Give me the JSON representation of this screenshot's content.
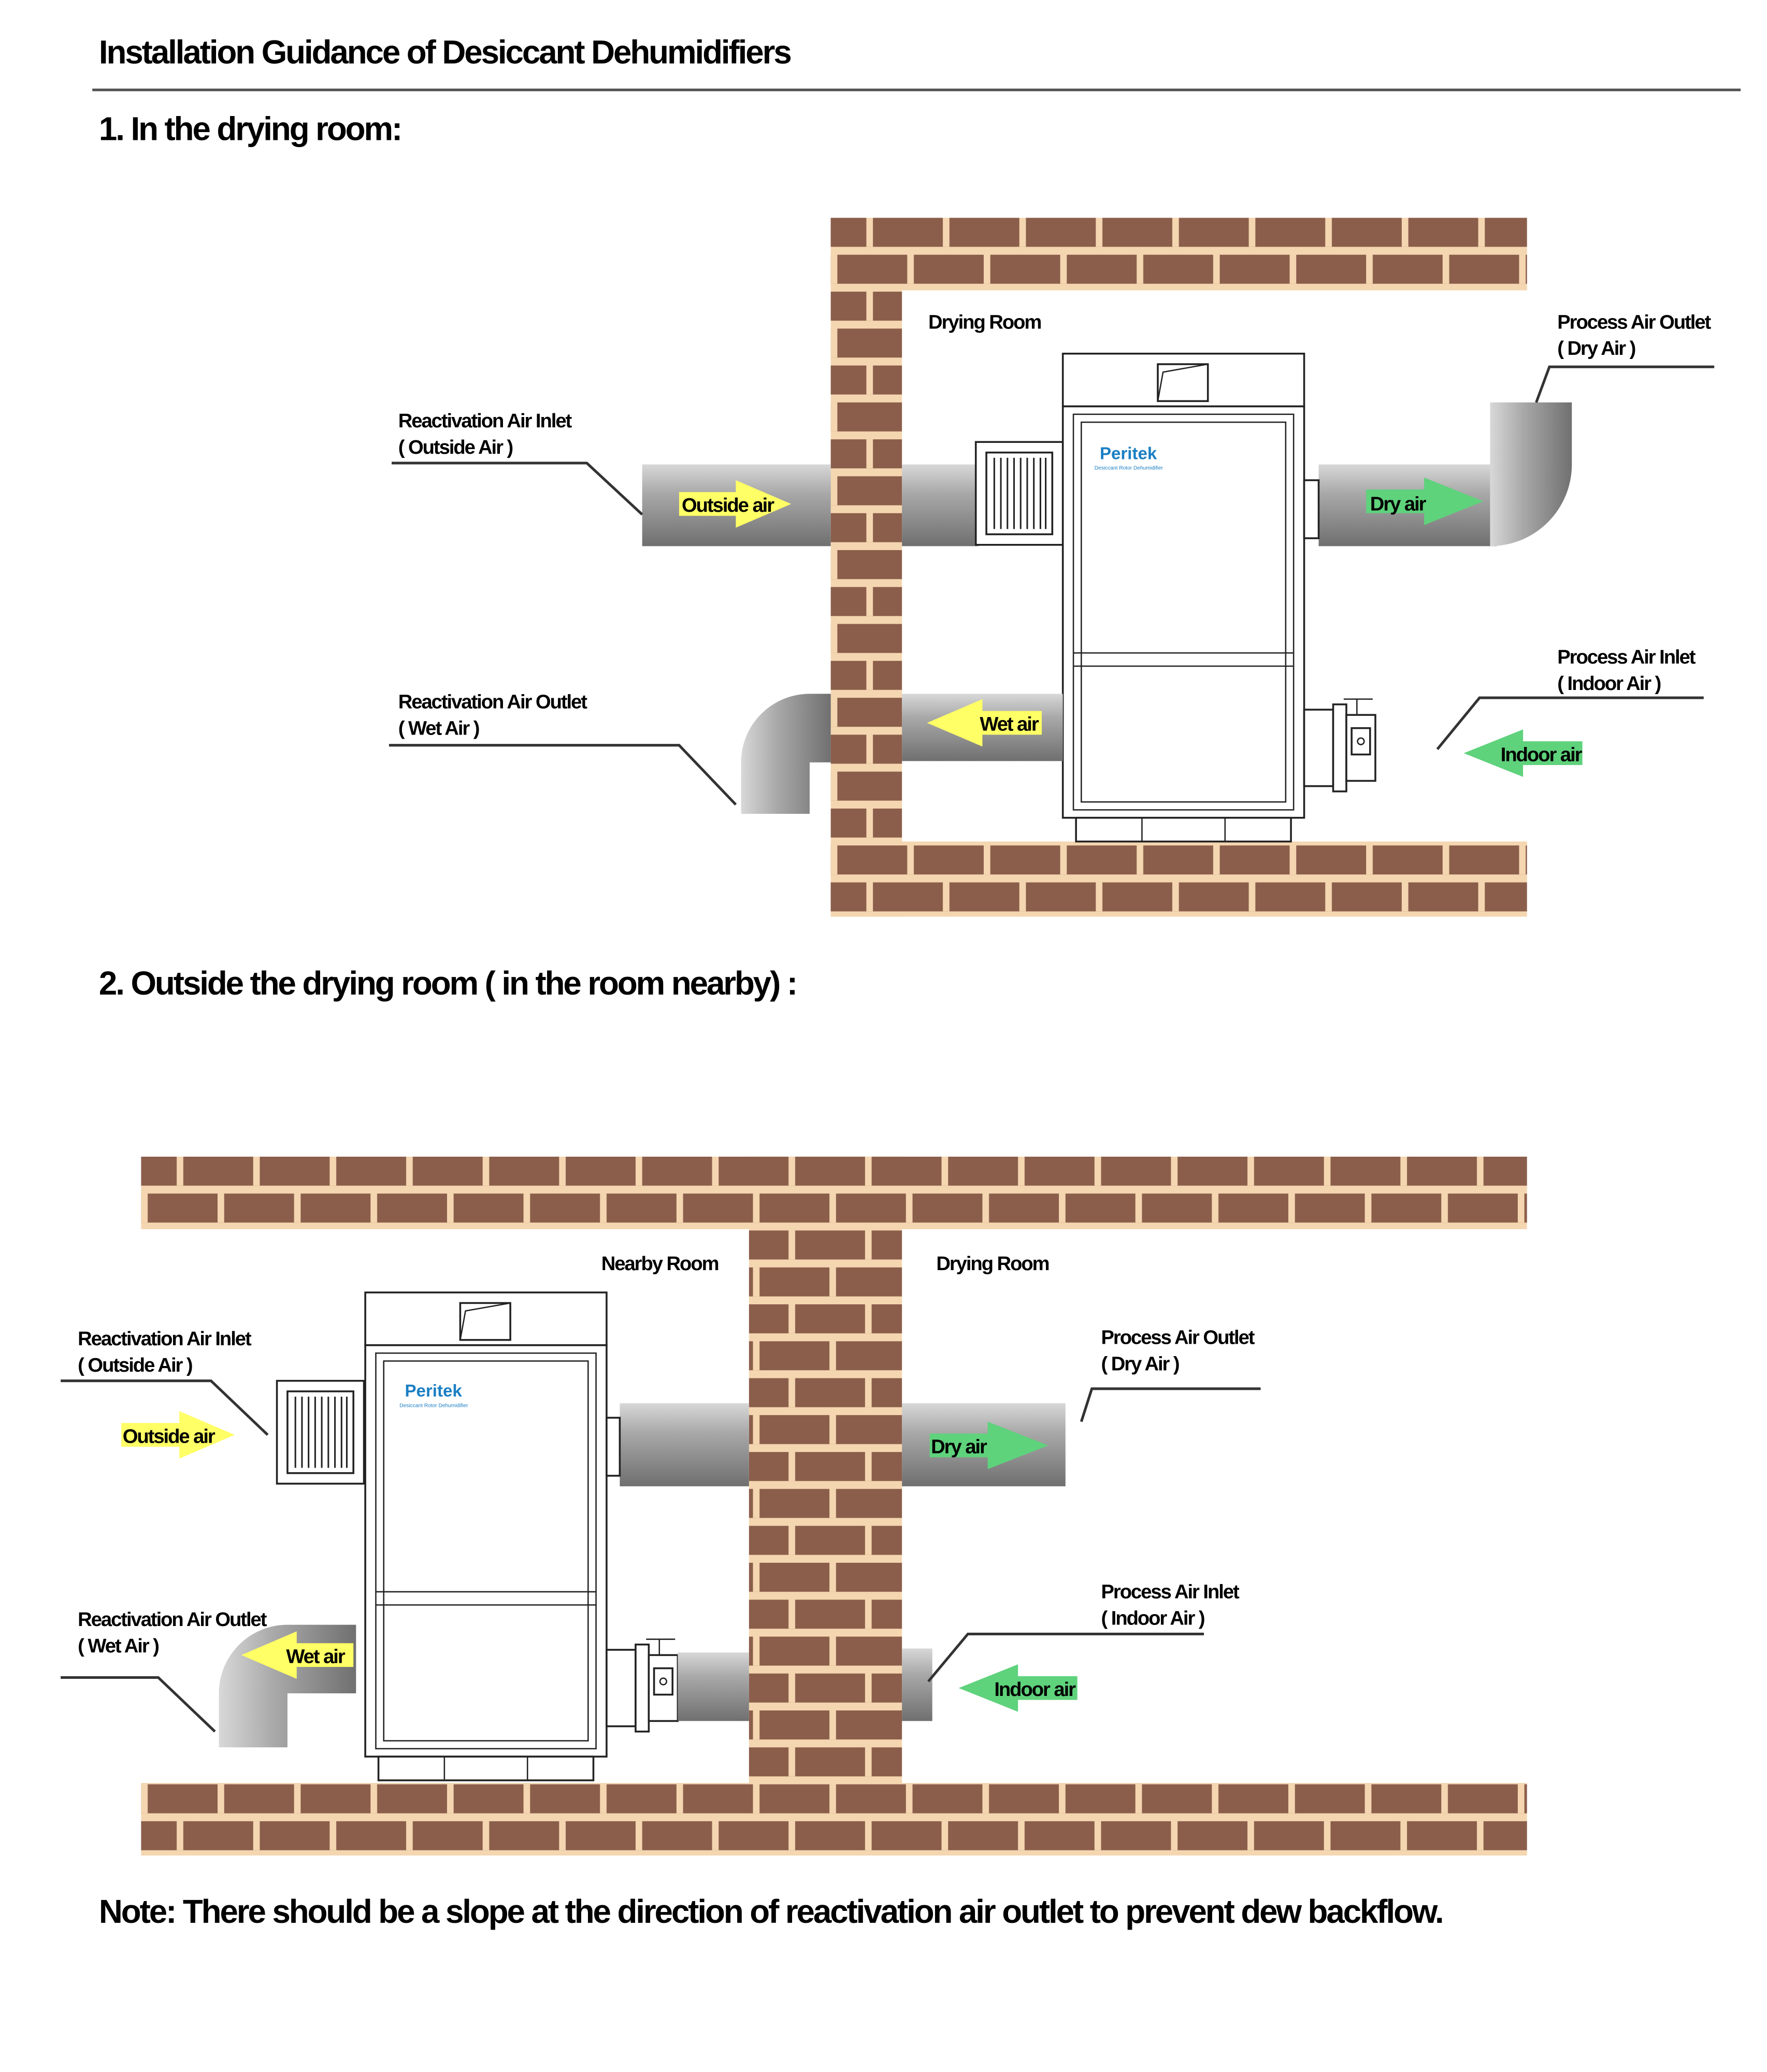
{
  "title": "Installation Guidance of Desiccant Dehumidifiers",
  "section1": {
    "heading": "1.  In the drying room:",
    "room_label": "Drying Room",
    "labels": {
      "react_inlet": [
        "Reactivation Air Inlet",
        "( Outside Air )"
      ],
      "react_outlet": [
        "Reactivation Air Outlet",
        "( Wet Air )"
      ],
      "process_outlet": [
        "Process Air Outlet",
        "( Dry Air )"
      ],
      "process_inlet": [
        "Process Air Inlet",
        "( Indoor Air )"
      ]
    },
    "arrows": {
      "outside": "Outside  air",
      "wet": "Wet air",
      "dry": "Dry air",
      "indoor": "Indoor air"
    }
  },
  "section2": {
    "heading": "2. Outside the drying room ( in the room nearby) :",
    "nearby_label": "Nearby Room",
    "room_label": "Drying Room",
    "labels": {
      "react_inlet": [
        "Reactivation Air Inlet",
        "( Outside Air )"
      ],
      "react_outlet": [
        "Reactivation Air Outlet",
        "( Wet Air )"
      ],
      "process_outlet": [
        "Process Air Outlet",
        "( Dry Air )"
      ],
      "process_inlet": [
        "Process Air Inlet",
        "( Indoor Air )"
      ]
    },
    "arrows": {
      "outside": "Outside  air",
      "wet": "Wet air",
      "dry": "Dry air",
      "indoor": "Indoor air"
    }
  },
  "brand": {
    "name": "Peritek",
    "tagline": "Desiccant Rotor Dehumidifier"
  },
  "note": "Note: There should be a slope at the direction of reactivation air outlet to prevent dew backflow.",
  "colors": {
    "brick": "#8b5e4b",
    "mortar": "#f4d6b0",
    "yellow_arrow": "#ffff66",
    "green_arrow": "#5fd27c",
    "brand_blue": "#1b7fc4"
  }
}
